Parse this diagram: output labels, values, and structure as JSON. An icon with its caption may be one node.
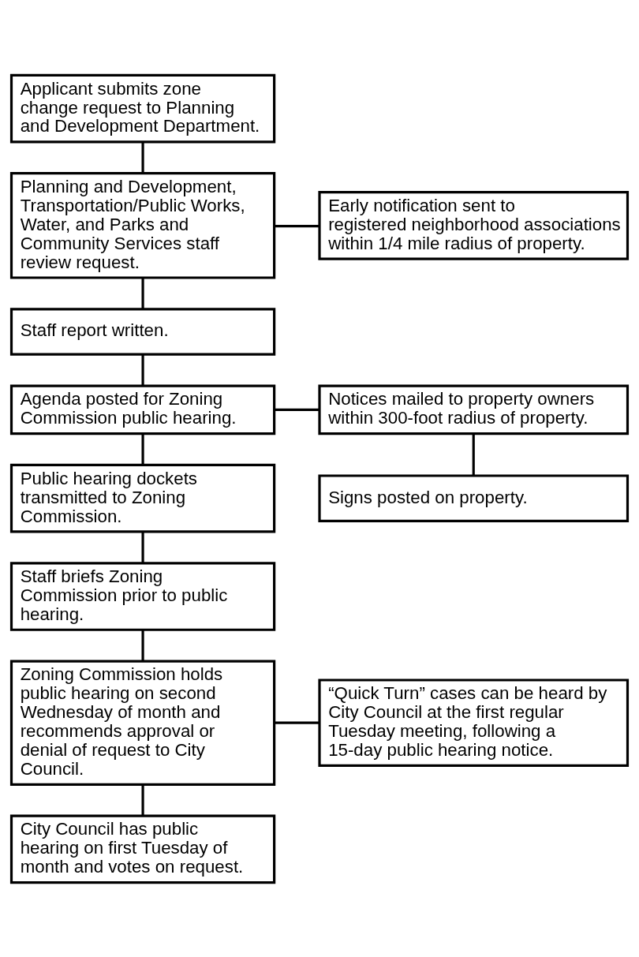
{
  "diagram": {
    "nodes": [
      {
        "text": [
          "Applicant submits zone change request to Planning and Development Department."
        ]
      },
      {
        "text": [
          "Planning and Development, Transportation/Public Works, Water, and Parks and Community Services staff review request."
        ]
      },
      {
        "text": [
          "Early notification sent to registered neighborhood associations within 1/4 mile radius of property."
        ]
      },
      {
        "text": [
          "Staff report written."
        ]
      },
      {
        "text": [
          "Agenda posted for Zoning Commission public hearing."
        ]
      },
      {
        "text": [
          "Notices mailed to property owners within 300-foot radius of property."
        ]
      },
      {
        "text": [
          "Signs posted on property."
        ]
      },
      {
        "text": [
          "Public hearing dockets transmitted to Zoning Commission."
        ]
      },
      {
        "text": [
          "Staff briefs Zoning Commission prior to public hearing."
        ]
      },
      {
        "text": [
          "Zoning Commission holds public hearing on second Wednesday of month and recommends approval or denial of request to City Council."
        ]
      },
      {
        "text": [
          "“Quick Turn” cases can be heard by City Council at the first regular Tuesday meeting, following a 15-day public hearing notice."
        ]
      },
      {
        "text": [
          "City Council has public hearing on first Tuesday of month and votes on request."
        ]
      }
    ],
    "edges": [
      {
        "from": 0,
        "to": 1,
        "arrow": "none"
      },
      {
        "from": 1,
        "to": 2,
        "arrow": "none"
      },
      {
        "from": 1,
        "to": 3,
        "arrow": "none"
      },
      {
        "from": 3,
        "to": 4,
        "arrow": "none"
      },
      {
        "from": 4,
        "to": 5,
        "arrow": "none"
      },
      {
        "from": 5,
        "to": 6,
        "arrow": "none"
      },
      {
        "from": 4,
        "to": 7,
        "arrow": "none"
      },
      {
        "from": 7,
        "to": 8,
        "arrow": "none"
      },
      {
        "from": 8,
        "to": 9,
        "arrow": "none"
      },
      {
        "from": 9,
        "to": 10,
        "arrow": "none"
      },
      {
        "from": 9,
        "to": 11,
        "arrow": "none"
      }
    ]
  }
}
